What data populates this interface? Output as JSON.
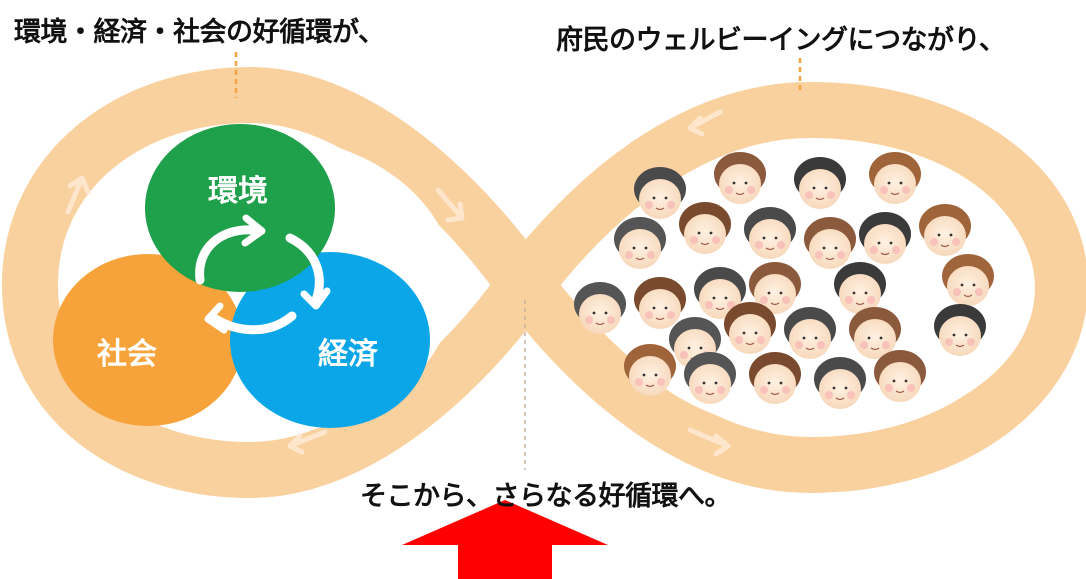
{
  "captions": {
    "top_left": "環境・経済・社会の好循環が、",
    "top_right": "府民のウェルビーイングにつながり、",
    "bottom": "そこから、さらなる好循環へ。"
  },
  "circles": {
    "environment": "環境",
    "society": "社会",
    "economy": "経済"
  },
  "colors": {
    "loop": "#f8c98e",
    "environment": "#1fa04a",
    "society": "#f6a33b",
    "economy": "#0aa6e8",
    "arrow_up": "#ff0000",
    "leader_line": "#f5a443"
  }
}
